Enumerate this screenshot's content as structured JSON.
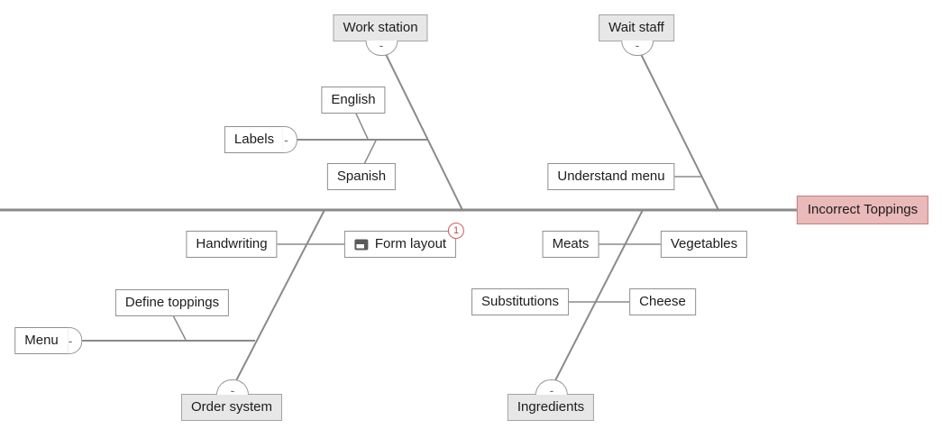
{
  "diagram": {
    "effect": {
      "label": "Incorrect Toppings"
    },
    "categories": {
      "work_station": {
        "label": "Work station",
        "collapse": "-"
      },
      "wait_staff": {
        "label": "Wait staff",
        "collapse": "-"
      },
      "order_system": {
        "label": "Order system",
        "collapse": "-"
      },
      "ingredients": {
        "label": "Ingredients",
        "collapse": "-"
      }
    },
    "causes": {
      "labels": {
        "label": "Labels",
        "collapse": "-"
      },
      "english": {
        "label": "English"
      },
      "spanish": {
        "label": "Spanish"
      },
      "understand_menu": {
        "label": "Understand menu"
      },
      "handwriting": {
        "label": "Handwriting"
      },
      "form_layout": {
        "label": "Form layout",
        "badge": "1",
        "icon": "form-icon"
      },
      "define_toppings": {
        "label": "Define toppings"
      },
      "menu": {
        "label": "Menu",
        "collapse": "-"
      },
      "meats": {
        "label": "Meats"
      },
      "vegetables": {
        "label": "Vegetables"
      },
      "substitutions": {
        "label": "Substitutions"
      },
      "cheese": {
        "label": "Cheese"
      }
    },
    "colors": {
      "effect_fill": "#eab9b9",
      "effect_border": "#c2807e",
      "category_fill": "#e7e7e7",
      "category_border": "#a3a3a3",
      "node_border": "#8f8f8f",
      "line": "#8a8a8a",
      "badge": "#bf4a47"
    }
  }
}
